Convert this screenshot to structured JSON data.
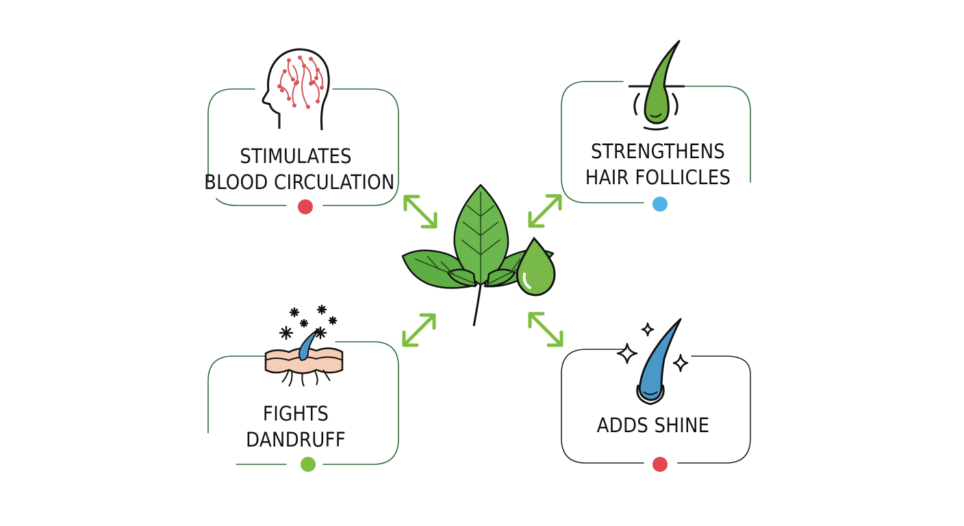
{
  "benefits": [
    {
      "id": "stimulates",
      "line1": "STIMULATES",
      "line2": "BLOOD CIRCULATION",
      "dot_color": "#e2464f",
      "icon": "head-circulation-icon"
    },
    {
      "id": "strengthens",
      "line1": "STRENGTHENS",
      "line2": "HAIR FOLLICLES",
      "dot_color": "#4fb3e6",
      "icon": "hair-follicle-icon"
    },
    {
      "id": "fights",
      "line1": "FIGHTS",
      "line2": "DANDRUFF",
      "dot_color": "#7dbd3f",
      "icon": "scalp-dandruff-icon"
    },
    {
      "id": "shine",
      "line1": "ADDS SHINE",
      "line2": "",
      "dot_color": "#e2464f",
      "icon": "shiny-hair-icon"
    }
  ],
  "center": {
    "icon": "nettle-leaves-oil-drop-icon"
  },
  "colors": {
    "leaf": "#5fae45",
    "arrow": "#7dbd3f",
    "frame": "#2f6b3a"
  }
}
